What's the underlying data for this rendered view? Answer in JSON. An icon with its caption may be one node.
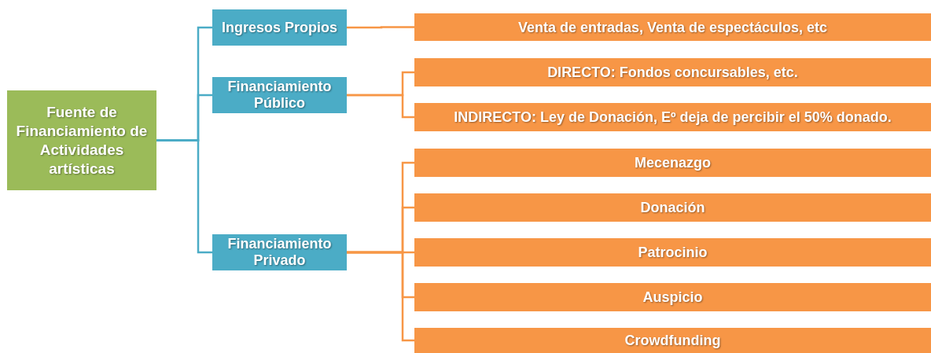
{
  "diagram": {
    "nodes": [
      {
        "text": [
          "Fuente de Financiamiento de Actividades artísticas"
        ]
      },
      {
        "text": [
          "Ingresos Propios"
        ]
      },
      {
        "text": [
          "Financiamiento Público"
        ]
      },
      {
        "text": [
          "Financiamiento Privado"
        ]
      },
      {
        "text": [
          "Venta de entradas, Venta de espectáculos, etc"
        ]
      },
      {
        "text": [
          "DIRECTO: Fondos concursables, etc."
        ]
      },
      {
        "text": [
          "INDIRECTO: Ley de Donación, Eº deja de percibir el 50% donado."
        ]
      },
      {
        "text": [
          "Mecenazgo"
        ]
      },
      {
        "text": [
          "Donación"
        ]
      },
      {
        "text": [
          "Patrocinio"
        ]
      },
      {
        "text": [
          "Auspicio"
        ]
      },
      {
        "text": [
          "Crowdfunding"
        ]
      }
    ],
    "edges": [
      {
        "from": 0,
        "to": 1,
        "arrow": "none",
        "color": "#4bacc6"
      },
      {
        "from": 0,
        "to": 2,
        "arrow": "none",
        "color": "#4bacc6"
      },
      {
        "from": 0,
        "to": 3,
        "arrow": "none",
        "color": "#4bacc6"
      },
      {
        "from": 1,
        "to": 4,
        "arrow": "none"
      },
      {
        "from": 2,
        "to": 5,
        "arrow": "none"
      },
      {
        "from": 2,
        "to": 6,
        "arrow": "none"
      },
      {
        "from": 3,
        "to": 7,
        "arrow": "none"
      },
      {
        "from": 3,
        "to": 8,
        "arrow": "none"
      },
      {
        "from": 3,
        "to": 9,
        "arrow": "none"
      },
      {
        "from": 3,
        "to": 10,
        "arrow": "none"
      },
      {
        "from": 3,
        "to": 11,
        "arrow": "none"
      }
    ]
  }
}
